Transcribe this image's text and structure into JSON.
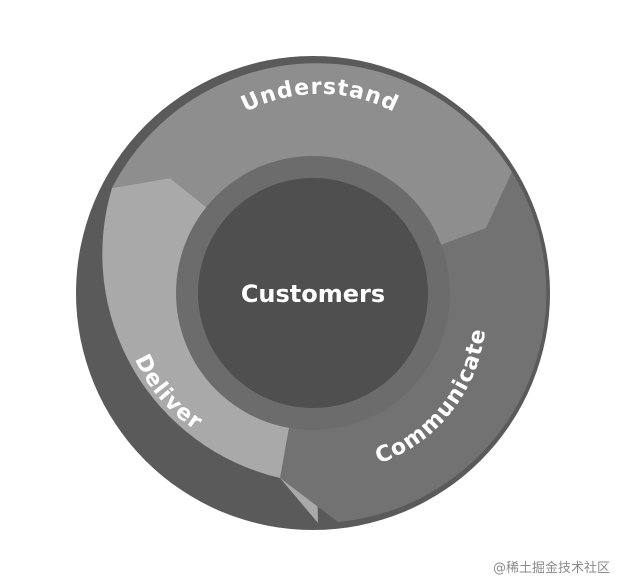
{
  "diagram": {
    "center_label": "Customers",
    "segments": [
      {
        "label": "Understand",
        "color": "#8e8e8e"
      },
      {
        "label": "Communicate",
        "color": "#727272"
      },
      {
        "label": "Deliver",
        "color": "#a9a9a9"
      }
    ],
    "colors": {
      "outer_border": "#5a5a5a",
      "inner_ring": "#6c6c6c",
      "core": "#4f4f4f"
    }
  },
  "watermark": {
    "text": "@稀土掘金技术社区"
  }
}
